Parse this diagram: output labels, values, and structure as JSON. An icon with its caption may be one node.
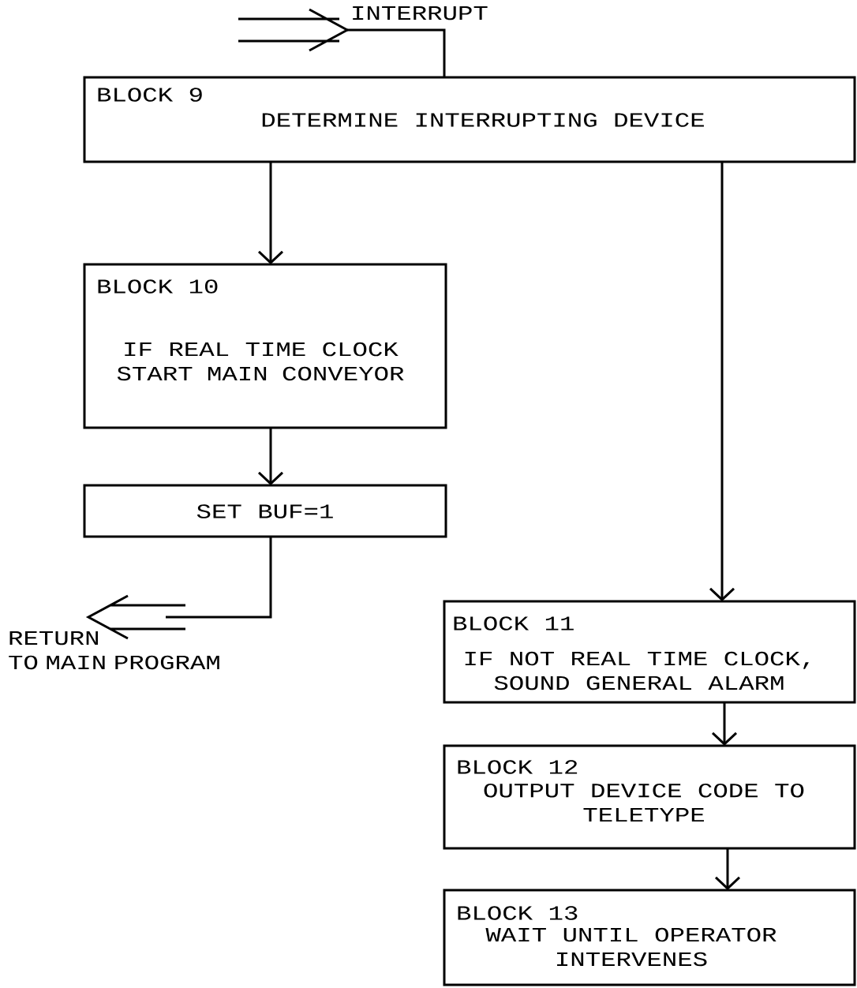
{
  "diagram": {
    "nodes": [
      {
        "text": [],
        "shape": "arrow",
        "beside": [
          "INTERRUPT"
        ]
      },
      {
        "text": [
          "BLOCK 9",
          "DETERMINE INTERRUPTING DEVICE"
        ]
      },
      {
        "text": [
          "BLOCK 10",
          "IF REAL TIME CLOCK START MAIN CONVEYOR"
        ]
      },
      {
        "text": [
          "SET BUF=1"
        ]
      },
      {
        "text": [],
        "shape": "arrow",
        "beside": [
          "RETURN TO MAIN PROGRAM"
        ]
      },
      {
        "text": [
          "BLOCK 11",
          "IF NOT REAL TIME CLOCK, SOUND GENERAL ALARM"
        ]
      },
      {
        "text": [
          "BLOCK 12",
          "OUTPUT DEVICE CODE TO TELETYPE"
        ]
      },
      {
        "text": [
          "BLOCK 13",
          "WAIT UNTIL OPERATOR INTERVENES"
        ]
      }
    ],
    "edges": [
      {
        "from": 0,
        "to": 1,
        "arrow": "none"
      },
      {
        "from": 1,
        "to": 2,
        "arrow": "to"
      },
      {
        "from": 2,
        "to": 3,
        "arrow": "to"
      },
      {
        "from": 3,
        "to": 4,
        "arrow": "none"
      },
      {
        "from": 1,
        "to": 5,
        "arrow": "to"
      },
      {
        "from": 5,
        "to": 6,
        "arrow": "to"
      },
      {
        "from": 6,
        "to": 7,
        "arrow": "to"
      }
    ]
  }
}
